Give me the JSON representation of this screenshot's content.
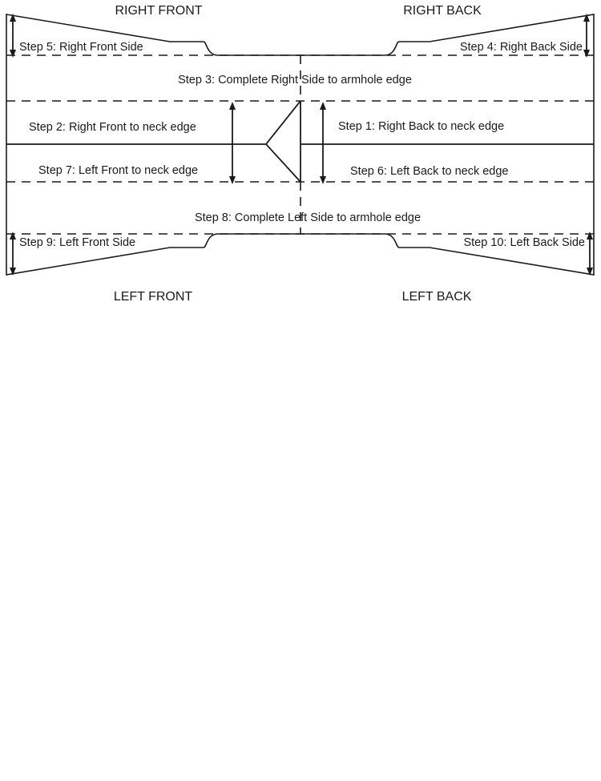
{
  "labels": {
    "right_front": "RIGHT FRONT",
    "right_back": "RIGHT BACK",
    "left_front": "LEFT FRONT",
    "left_back": "LEFT BACK"
  },
  "steps": {
    "step1": "Step 1: Right Back to neck edge",
    "step2": "Step 2: Right Front to neck edge",
    "step3": "Step 3: Complete Right Side to armhole edge",
    "step4": "Step 4: Right Back Side",
    "step5": "Step 5: Right Front Side",
    "step6": "Step 6: Left Back to neck edge",
    "step7": "Step 7: Left Front to neck edge",
    "step8": "Step 8: Complete Left Side to armhole edge",
    "step9": "Step 9: Left Front Side",
    "step10": "Step 10: Left Back Side"
  }
}
